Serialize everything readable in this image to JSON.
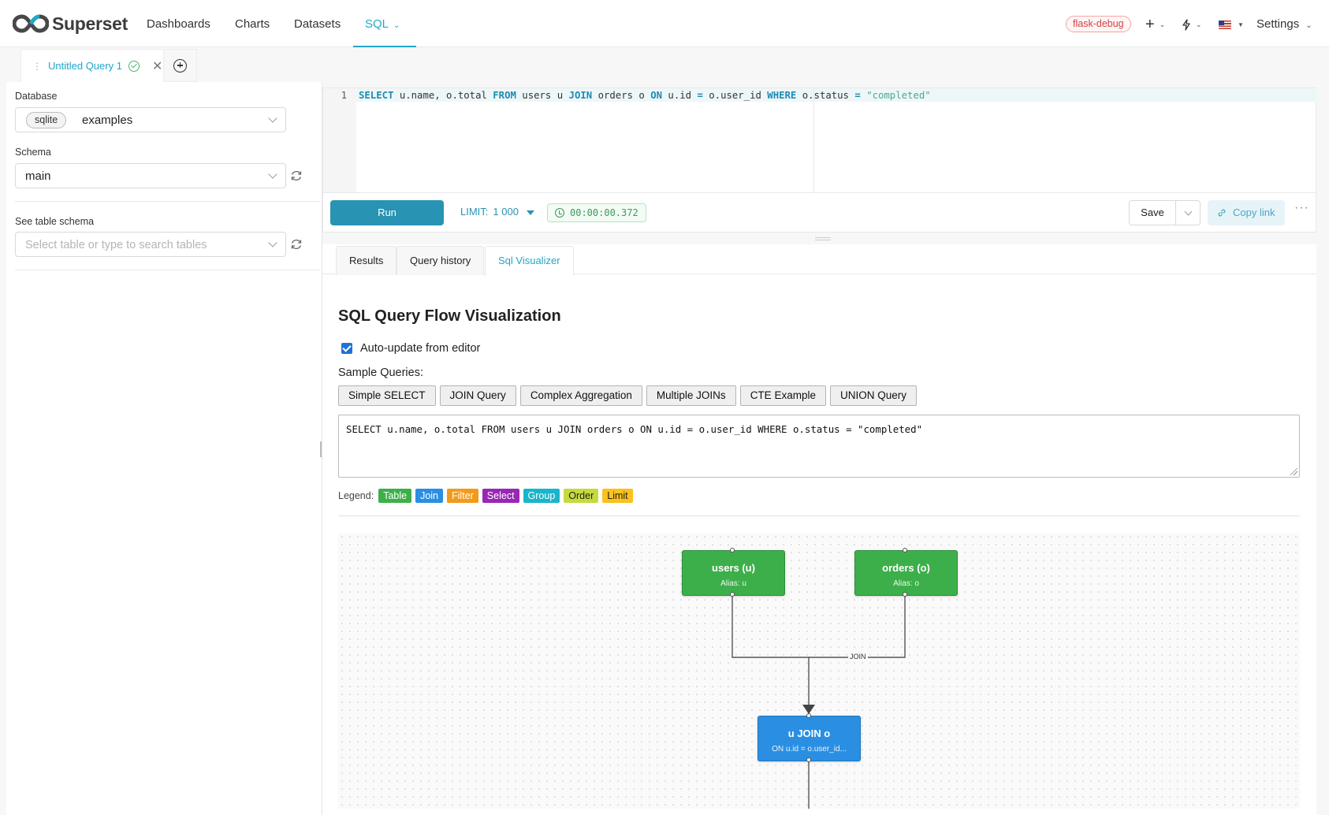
{
  "nav": {
    "brand": "Superset",
    "items": [
      "Dashboards",
      "Charts",
      "Datasets"
    ],
    "active_item": "SQL",
    "environment": "flask-debug",
    "settings": "Settings",
    "icons": [
      "plus-icon",
      "bolt-icon",
      "us-flag-icon"
    ]
  },
  "query_tab": {
    "name": "Untitled Query 1"
  },
  "left_panel": {
    "database_label": "Database",
    "database_engine": "sqlite",
    "database_value": "examples",
    "schema_label": "Schema",
    "schema_value": "main",
    "table_schema_label": "See table schema",
    "table_placeholder": "Select table or type to search tables"
  },
  "editor": {
    "line_number": "1",
    "sql_tokens": [
      {
        "t": "SELECT",
        "c": "kw"
      },
      {
        "t": " u.name, o.total ",
        "c": ""
      },
      {
        "t": "FROM",
        "c": "kw"
      },
      {
        "t": " users u ",
        "c": ""
      },
      {
        "t": "JOIN",
        "c": "kw"
      },
      {
        "t": " orders o ",
        "c": ""
      },
      {
        "t": "ON",
        "c": "kw"
      },
      {
        "t": " u.id ",
        "c": ""
      },
      {
        "t": "=",
        "c": "kw"
      },
      {
        "t": " o.user_id ",
        "c": ""
      },
      {
        "t": "WHERE",
        "c": "kw"
      },
      {
        "t": " o.status ",
        "c": ""
      },
      {
        "t": "=",
        "c": "kw"
      },
      {
        "t": " ",
        "c": ""
      },
      {
        "t": "\"completed\"",
        "c": "str"
      }
    ]
  },
  "toolbar": {
    "run_label": "Run",
    "limit_label": "LIMIT:",
    "limit_value": "1 000",
    "elapsed": "00:00:00.372",
    "save_label": "Save",
    "copy_link_label": "Copy link",
    "more_label": "···"
  },
  "result_tabs": [
    "Results",
    "Query history",
    "Sql Visualizer"
  ],
  "active_result_tab": "Sql Visualizer",
  "visualizer": {
    "title": "SQL Query Flow Visualization",
    "auto_update_label": "Auto-update from editor",
    "auto_update_checked": true,
    "sample_label": "Sample Queries:",
    "samples": [
      "Simple SELECT",
      "JOIN Query",
      "Complex Aggregation",
      "Multiple JOINs",
      "CTE Example",
      "UNION Query"
    ],
    "sql_text": "SELECT u.name, o.total FROM users u JOIN orders o ON u.id = o.user_id WHERE o.status = \"completed\"",
    "legend_label": "Legend:",
    "legend": [
      {
        "name": "Table",
        "bg": "#3daf4a",
        "fg": "#ffffff"
      },
      {
        "name": "Join",
        "bg": "#2a8fe3",
        "fg": "#ffffff"
      },
      {
        "name": "Filter",
        "bg": "#f39a1b",
        "fg": "#ffffff"
      },
      {
        "name": "Select",
        "bg": "#9a27b4",
        "fg": "#ffffff"
      },
      {
        "name": "Group",
        "bg": "#19b5cb",
        "fg": "#ffffff"
      },
      {
        "name": "Order",
        "bg": "#c6da3e",
        "fg": "#222222"
      },
      {
        "name": "Limit",
        "bg": "#fbc11c",
        "fg": "#222222"
      }
    ],
    "nodes": {
      "users": {
        "title": "users (u)",
        "subtitle": "Alias: u"
      },
      "orders": {
        "title": "orders (o)",
        "subtitle": "Alias: o"
      },
      "join": {
        "title": "u JOIN o",
        "subtitle": "ON u.id = o.user_id..."
      }
    },
    "edge_label": "JOIN"
  }
}
